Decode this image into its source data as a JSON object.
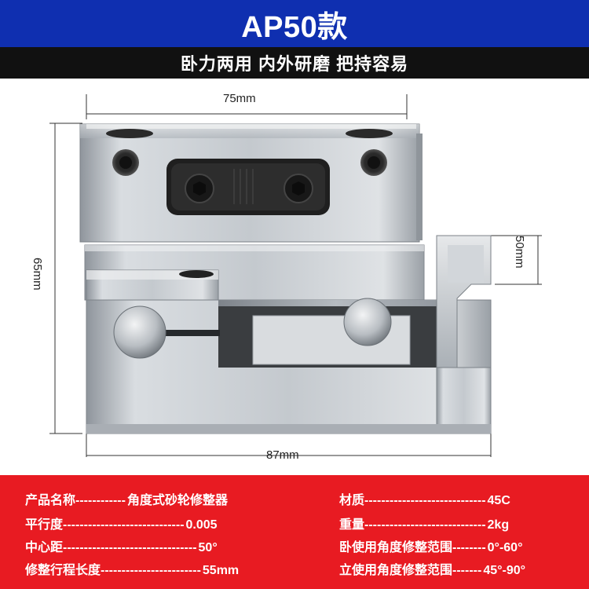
{
  "header": {
    "title": "AP50款"
  },
  "subtitle": "卧力两用 内外研磨 把持容易",
  "dimensions": {
    "top": "75mm",
    "bottom": "87mm",
    "left": "65mm",
    "right": "50mm"
  },
  "specs_left": [
    {
      "label": "产品名称",
      "dashes": "------------",
      "value": "角度式砂轮修整器"
    },
    {
      "label": "平行度",
      "dashes": "-----------------------------",
      "value": "0.005"
    },
    {
      "label": "中心距",
      "dashes": "--------------------------------",
      "value": "50°"
    },
    {
      "label": "修整行程长度",
      "dashes": "------------------------",
      "value": "55mm"
    }
  ],
  "specs_right": [
    {
      "label": "材质",
      "dashes": "-----------------------------",
      "value": "45C"
    },
    {
      "label": "重量",
      "dashes": "-----------------------------",
      "value": "2kg"
    },
    {
      "label": "卧使用角度修整范围",
      "dashes": "--------",
      "value": "0°-60°"
    },
    {
      "label": "立使用角度修整范围",
      "dashes": "-------",
      "value": "45°-90°"
    }
  ],
  "colors": {
    "banner": "#0f2fb0",
    "subtitle_bar": "#111111",
    "spec_panel": "#e81b22"
  },
  "icons": [
    "hex-socket-screw-icon",
    "roller-pin-icon"
  ]
}
